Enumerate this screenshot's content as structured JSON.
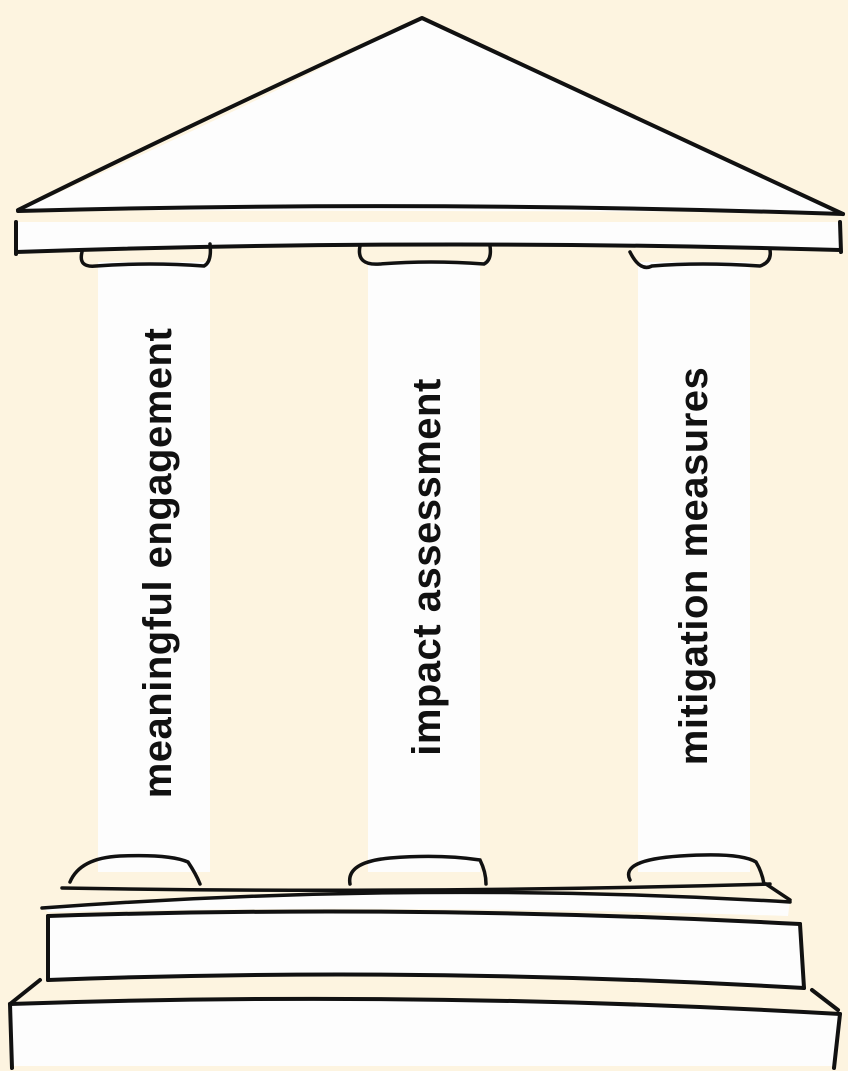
{
  "diagram": {
    "type": "temple-pillars",
    "pillars": [
      {
        "label": "meaningful engagement"
      },
      {
        "label": "impact assessment"
      },
      {
        "label": "mitigation measures"
      }
    ]
  },
  "colors": {
    "background": "#fdf4e0",
    "fill": "#fdfdfd",
    "stroke": "#111111",
    "text": "#111111"
  }
}
